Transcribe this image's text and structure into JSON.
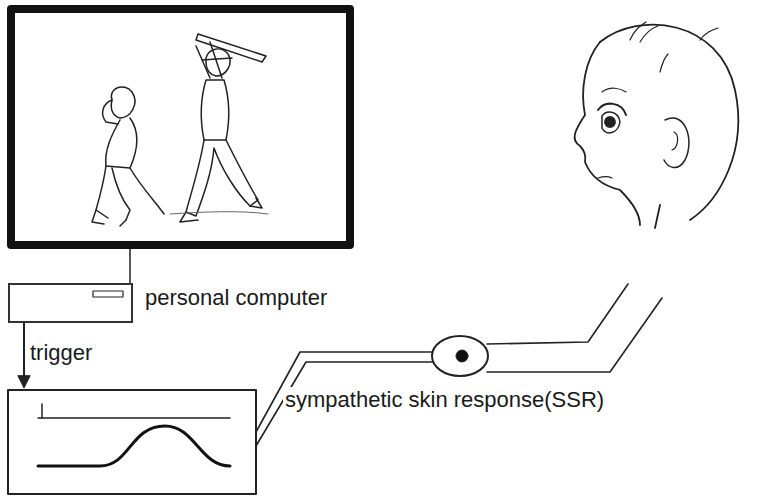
{
  "diagram": {
    "nodes": [
      {
        "text": [
          "personal computer"
        ]
      }
    ],
    "labels": [
      "trigger",
      "sympathetic skin response(SSR)"
    ]
  }
}
